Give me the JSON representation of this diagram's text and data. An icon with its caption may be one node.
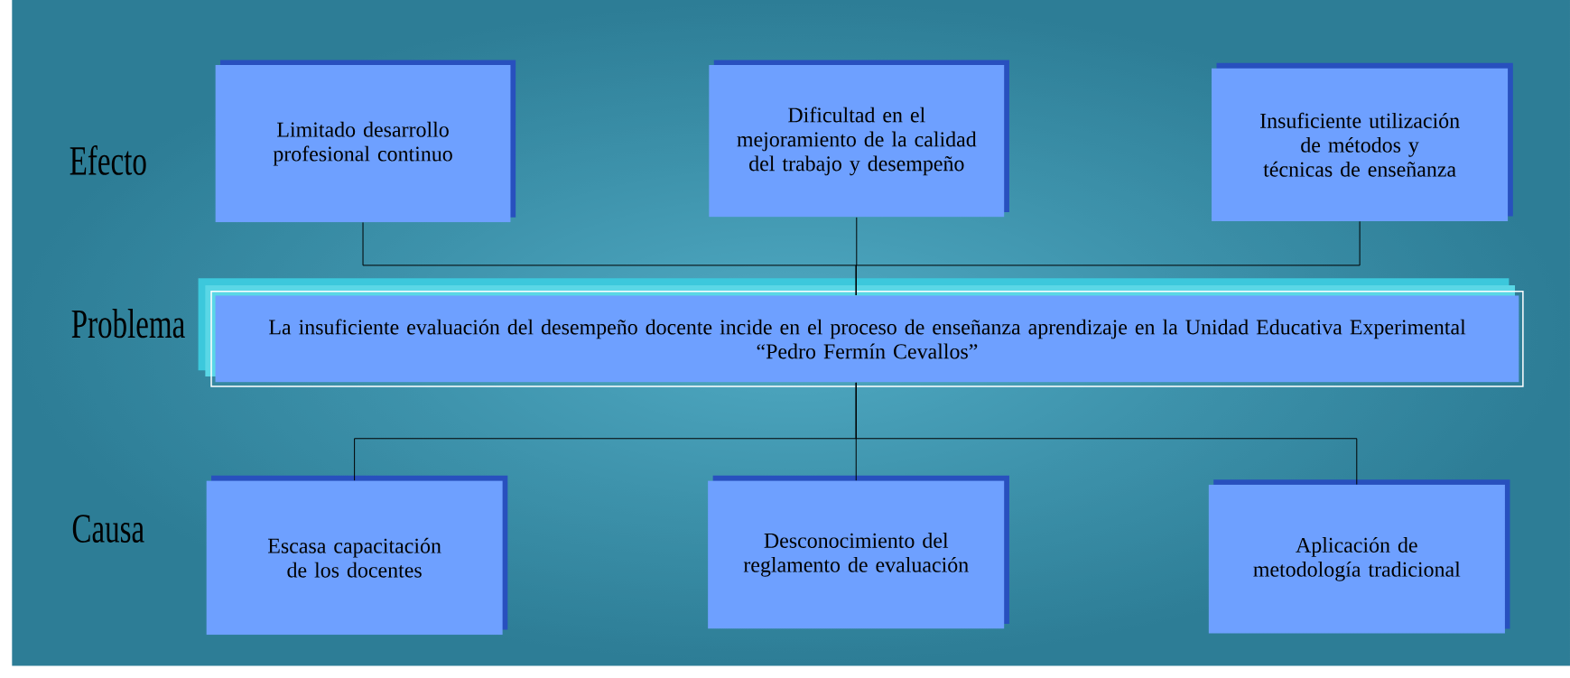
{
  "diagram": {
    "nodes": [
      {
        "text": [
          "Limitado desarrollo profesional continuo"
        ]
      },
      {
        "text": [
          "Dificultad en el mejoramiento de la calidad del trabajo y desempeño"
        ]
      },
      {
        "text": [
          "Insuficiente utilización de métodos y técnicas de enseñanza"
        ]
      },
      {
        "text": [
          "La insuficiente evaluación del desempeño docente incide en el proceso de enseñanza aprendizaje en la Unidad Educativa Experimental “Pedro Fermín  Cevallos”"
        ]
      },
      {
        "text": [
          "Escasa capacitación de los docentes"
        ]
      },
      {
        "text": [
          "Desconocimiento del reglamento de evaluación"
        ]
      },
      {
        "text": [
          "Aplicación de metodología tradicional"
        ]
      }
    ],
    "edges": [
      {
        "from": 3,
        "to": 0,
        "arrow": "none"
      },
      {
        "from": 3,
        "to": 1,
        "arrow": "none"
      },
      {
        "from": 3,
        "to": 2,
        "arrow": "none"
      },
      {
        "from": 3,
        "to": 4,
        "arrow": "none"
      },
      {
        "from": 3,
        "to": 5,
        "arrow": "none"
      },
      {
        "from": 3,
        "to": 6,
        "arrow": "none"
      }
    ],
    "labels": [
      "Efecto",
      "Problema",
      "Causa"
    ]
  }
}
